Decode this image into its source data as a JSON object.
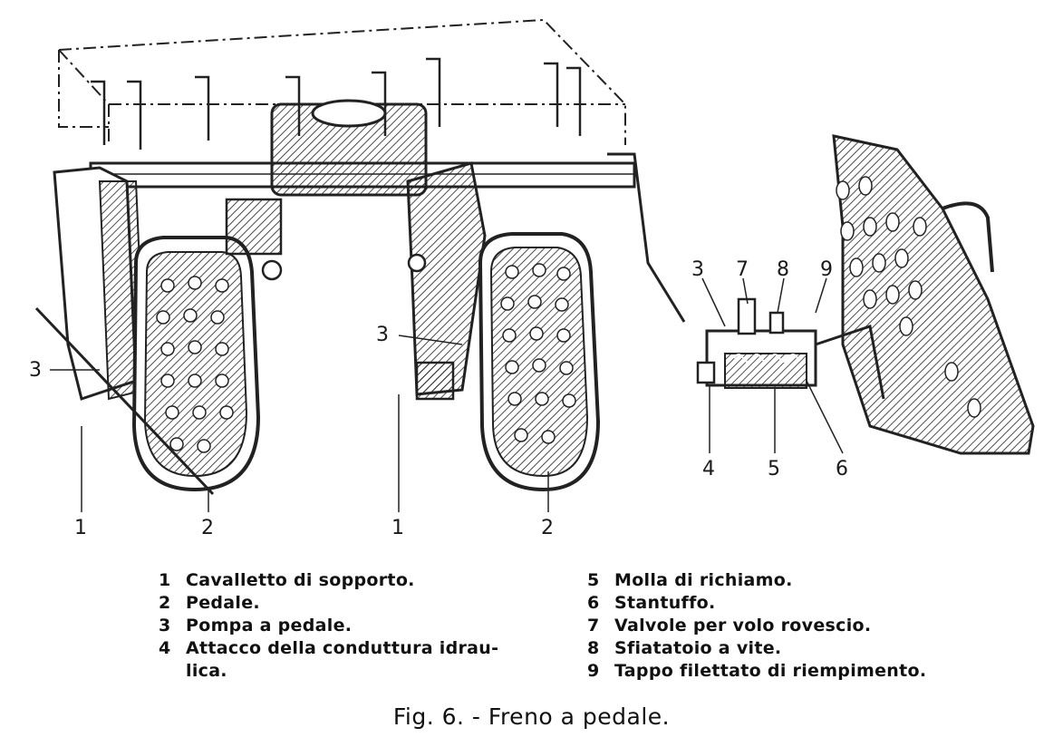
{
  "callouts": {
    "left_1": "1",
    "left_2": "2",
    "left_3": "3",
    "mid_1": "1",
    "mid_2": "2",
    "mid_3": "3",
    "right_3": "3",
    "right_4": "4",
    "right_5": "5",
    "right_6": "6",
    "right_7": "7",
    "right_8": "8",
    "right_9": "9"
  },
  "legend_left": [
    {
      "num": "1",
      "text": "Cavalletto di sopporto."
    },
    {
      "num": "2",
      "text": "Pedale."
    },
    {
      "num": "3",
      "text": "Pompa a pedale."
    },
    {
      "num": "4",
      "text": "Attacco della conduttura idrau-",
      "text2": "lica."
    }
  ],
  "legend_right": [
    {
      "num": "5",
      "text": "Molla di richiamo."
    },
    {
      "num": "6",
      "text": "Stantuffo."
    },
    {
      "num": "7",
      "text": "Valvole per volo rovescio."
    },
    {
      "num": "8",
      "text": "Sfiatatoio a vite."
    },
    {
      "num": "9",
      "text": "Tappo filettato di riempimento."
    }
  ],
  "caption": "Fig. 6. - Freno a pedale."
}
